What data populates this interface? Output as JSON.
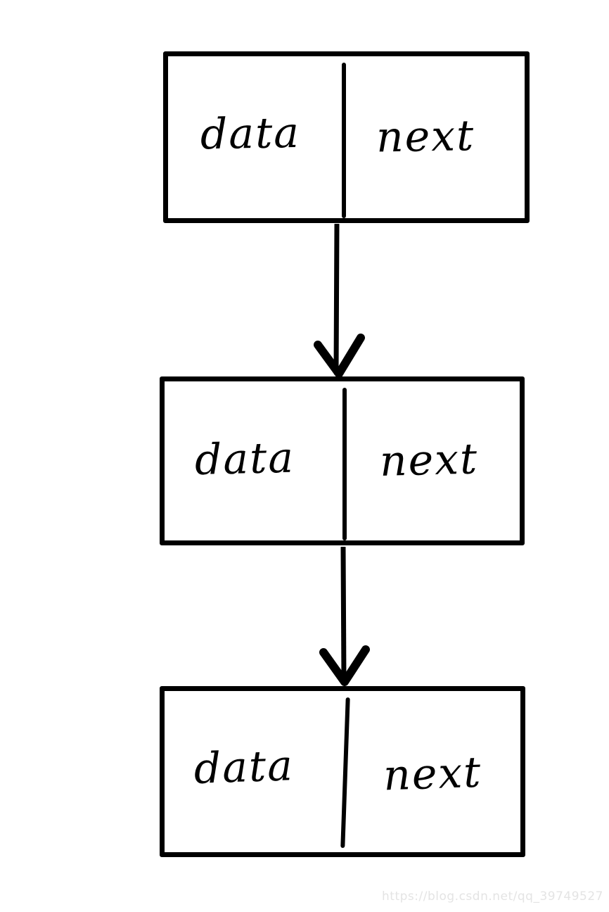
{
  "diagram": {
    "type": "singly-linked-list",
    "nodes": [
      {
        "data_label": "data",
        "next_label": "next"
      },
      {
        "data_label": "data",
        "next_label": "next"
      },
      {
        "data_label": "data",
        "next_label": "next"
      }
    ],
    "arrow_count": 2,
    "colors": {
      "stroke": "#000000",
      "background": "#ffffff",
      "watermark": "#e4e4e4"
    }
  },
  "watermark": {
    "text": "https://blog.csdn.net/qq_39749527"
  }
}
